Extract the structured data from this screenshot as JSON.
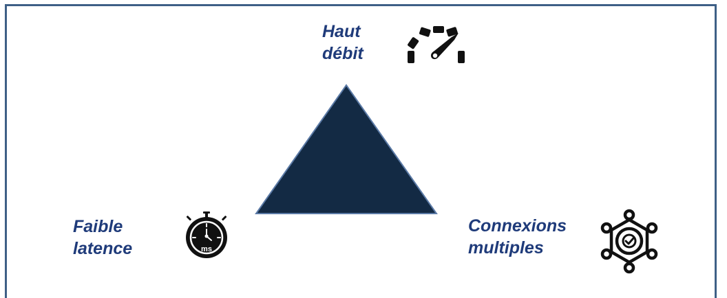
{
  "diagram": {
    "top_label": "Haut\ndébit",
    "left_label": "Faible\nlatence",
    "right_label": "Connexions\nmultiples",
    "stopwatch_text": "ms",
    "icons": {
      "top": "speedometer-icon",
      "left": "stopwatch-icon",
      "right": "network-hub-icon"
    },
    "colors": {
      "label_text": "#1f3b7a",
      "triangle_fill": "#132a44",
      "triangle_stroke": "#5b7aa6",
      "frame_border": "#3e5f86",
      "icon": "#111111"
    }
  }
}
